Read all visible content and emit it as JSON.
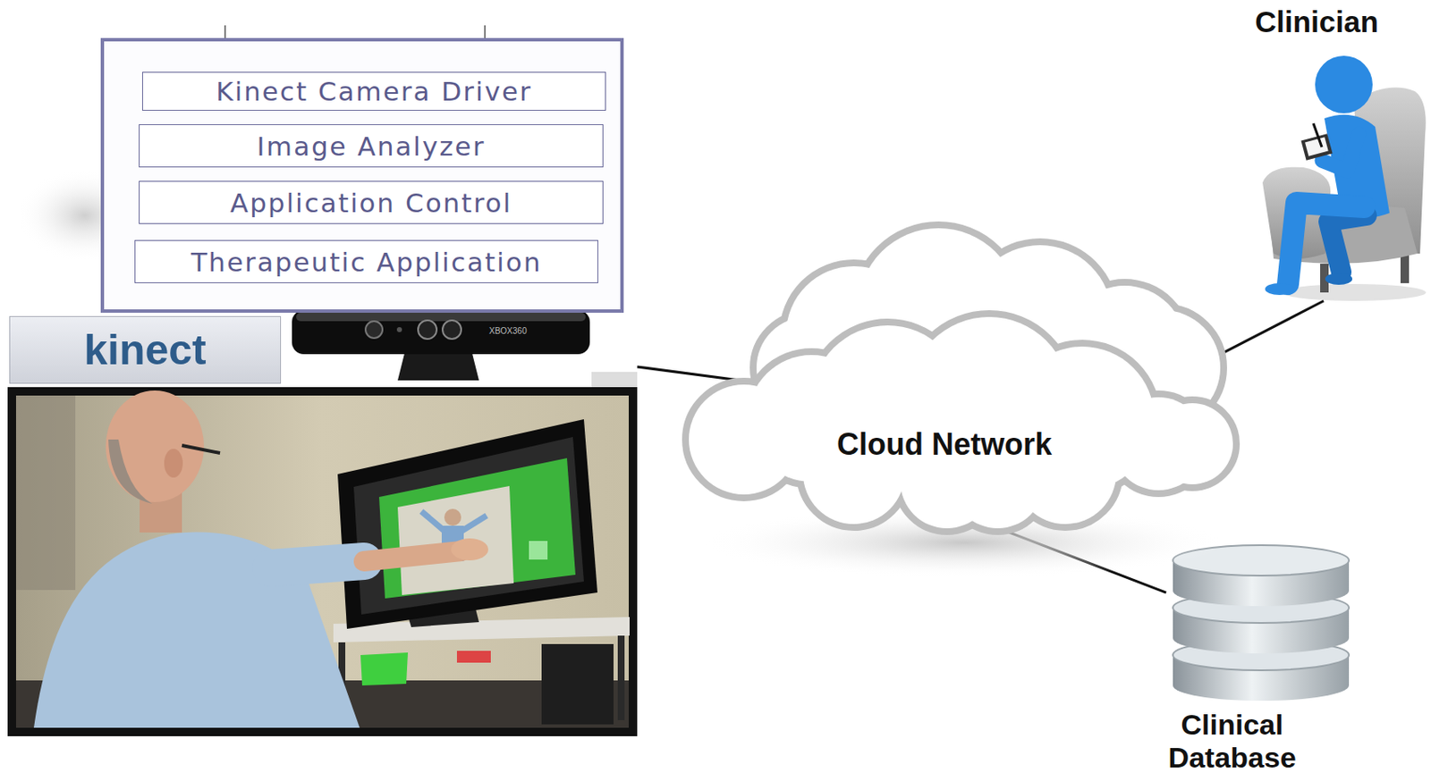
{
  "diagram": {
    "nodes": [
      {
        "text": []
      },
      {
        "text": [
          "Kinect Camera Driver"
        ],
        "in": 0
      },
      {
        "text": [
          "Image Analyzer"
        ],
        "in": 0
      },
      {
        "text": [
          "Application Control"
        ],
        "in": 0
      },
      {
        "text": [
          "Therapeutic Application"
        ],
        "in": 0
      },
      {
        "text": [
          "kinect"
        ]
      },
      {
        "text": [
          "Cloud Network"
        ]
      },
      {
        "text": [
          "Clinician"
        ]
      },
      {
        "text": [
          "Clinical Database"
        ]
      }
    ],
    "edges": [
      {
        "from": 5,
        "to": 6,
        "arrow": "none"
      },
      {
        "from": 6,
        "to": 7,
        "arrow": "none"
      },
      {
        "from": 6,
        "to": 8,
        "arrow": "none"
      }
    ],
    "labels": [
      "XBOX360"
    ]
  }
}
